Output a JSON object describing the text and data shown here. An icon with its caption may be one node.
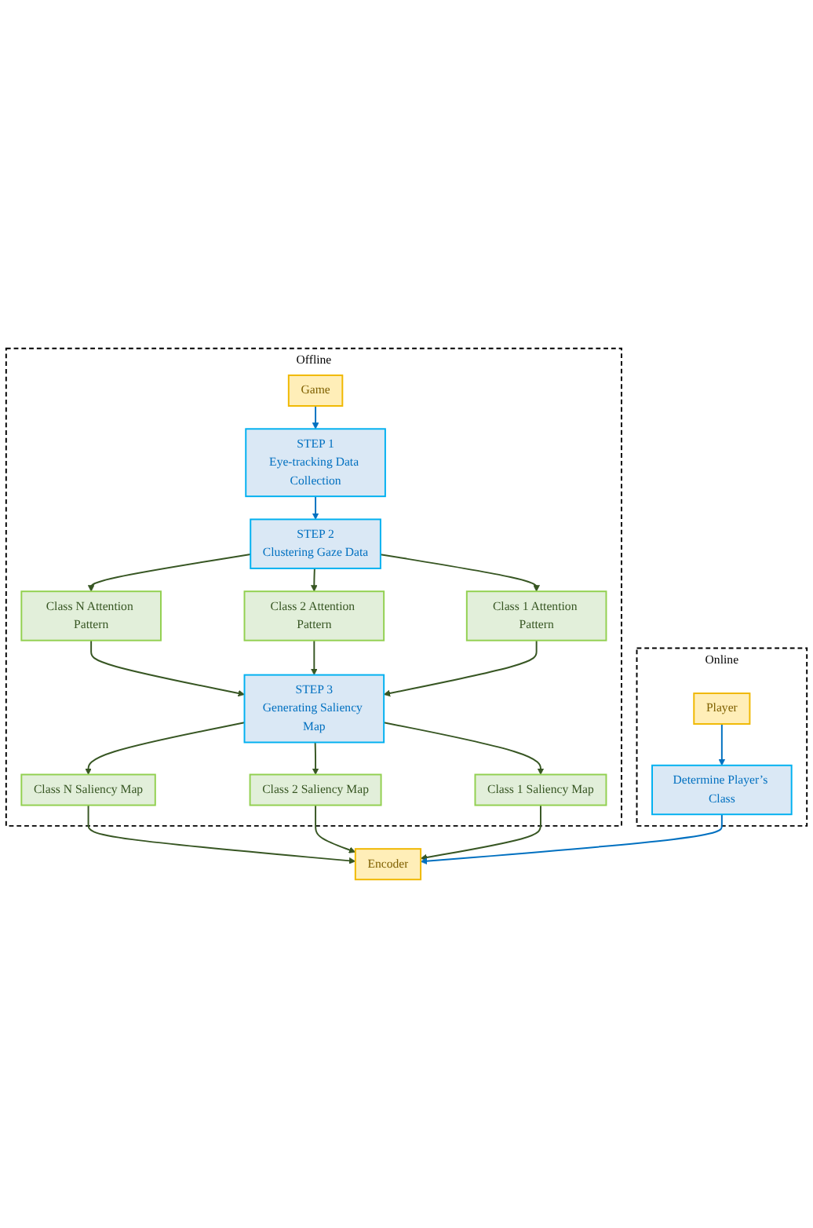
{
  "diagram": {
    "nodes": [
      {
        "text": [
          "Offline"
        ]
      },
      {
        "text": [
          "Game"
        ],
        "in": 0
      },
      {
        "text": [
          "STEP 1",
          "Eye-tracking Data Collection"
        ],
        "in": 0
      },
      {
        "text": [
          "STEP 2",
          "Clustering Gaze Data"
        ],
        "in": 0
      },
      {
        "text": [
          "Class N Attention Pattern"
        ],
        "in": 0
      },
      {
        "text": [
          "Class 2 Attention Pattern"
        ],
        "in": 0
      },
      {
        "text": [
          "Class 1 Attention Pattern"
        ],
        "in": 0
      },
      {
        "text": [
          "STEP 3",
          "Generating Saliency Map"
        ],
        "in": 0
      },
      {
        "text": [
          "Class N Saliency Map"
        ],
        "in": 0
      },
      {
        "text": [
          "Class 2 Saliency Map"
        ],
        "in": 0
      },
      {
        "text": [
          "Class 1 Saliency Map"
        ],
        "in": 0
      },
      {
        "text": [
          "Encoder"
        ]
      },
      {
        "text": [
          "Online"
        ]
      },
      {
        "text": [
          "Determine Player’s Class"
        ],
        "in": 12
      },
      {
        "text": [
          "Player"
        ],
        "in": 12
      }
    ],
    "edges": [
      {
        "from": 1,
        "to": 2,
        "arrow": "to",
        "color": "#0070c0"
      },
      {
        "from": 2,
        "to": 3,
        "arrow": "to",
        "color": "#0070c0"
      },
      {
        "from": 3,
        "to": 4,
        "arrow": "to"
      },
      {
        "from": 3,
        "to": 5,
        "arrow": "to"
      },
      {
        "from": 3,
        "to": 6,
        "arrow": "to"
      },
      {
        "from": 4,
        "to": 7,
        "arrow": "to"
      },
      {
        "from": 5,
        "to": 7,
        "arrow": "to"
      },
      {
        "from": 6,
        "to": 7,
        "arrow": "to"
      },
      {
        "from": 7,
        "to": 8,
        "arrow": "to"
      },
      {
        "from": 7,
        "to": 9,
        "arrow": "to"
      },
      {
        "from": 7,
        "to": 10,
        "arrow": "to"
      },
      {
        "from": 8,
        "to": 11,
        "arrow": "to"
      },
      {
        "from": 9,
        "to": 11,
        "arrow": "to"
      },
      {
        "from": 10,
        "to": 11,
        "arrow": "to"
      },
      {
        "from": 14,
        "to": 13,
        "arrow": "to",
        "color": "#0070c0"
      },
      {
        "from": 13,
        "to": 11,
        "arrow": "to",
        "color": "#0070c0"
      }
    ]
  }
}
